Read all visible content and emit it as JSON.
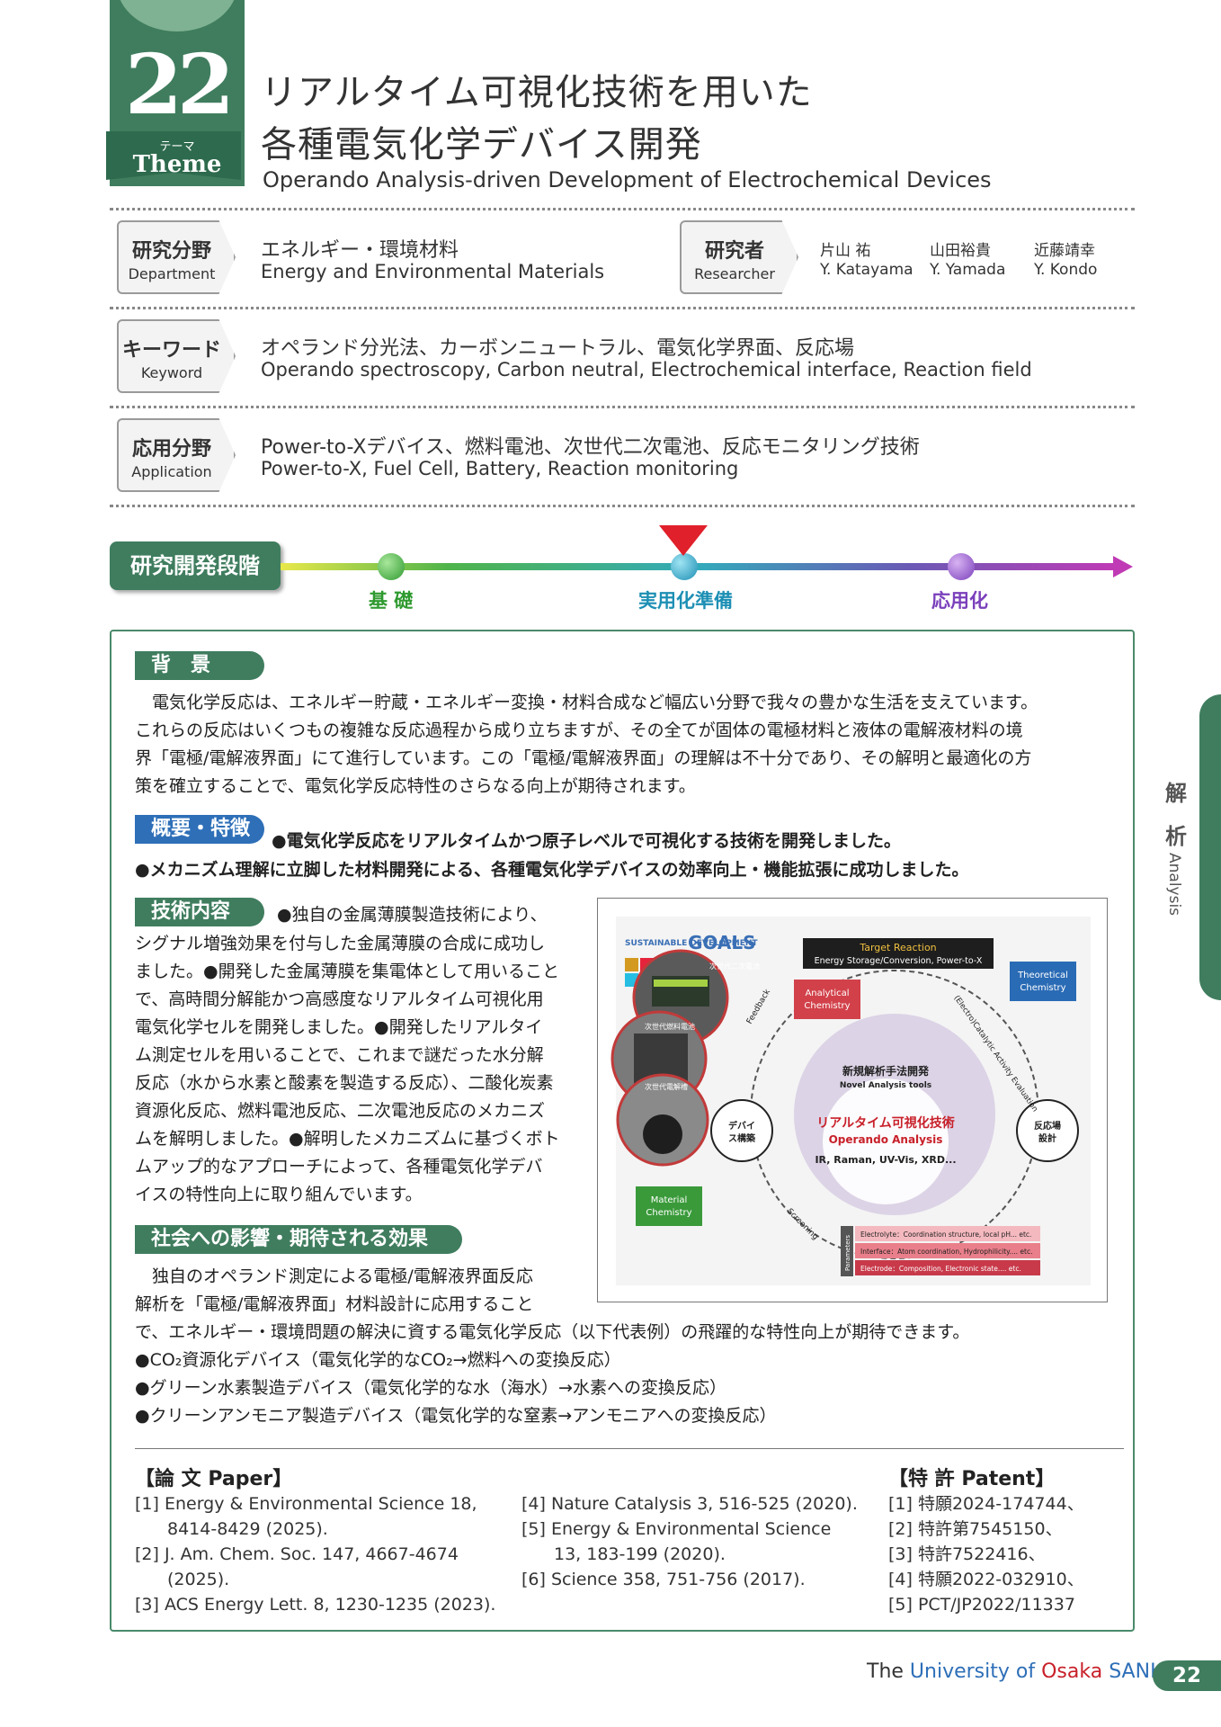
{
  "theme": {
    "number": "22",
    "label_ja": "テーマ",
    "label_en": "Theme"
  },
  "title": {
    "line1": "リアルタイム可視化技術を用いた",
    "line2": "各種電気化学デバイス開発",
    "en": "Operando Analysis-driven Development of Electrochemical Devices"
  },
  "department": {
    "tag_ja": "研究分野",
    "tag_en": "Department",
    "ja": "エネルギー・環境材料",
    "en": "Energy and Environmental Materials"
  },
  "researcher": {
    "tag_ja": "研究者",
    "tag_en": "Researcher",
    "people": [
      {
        "ja": "片山 祐",
        "en": "Y. Katayama"
      },
      {
        "ja": "山田裕貴",
        "en": "Y. Yamada"
      },
      {
        "ja": "近藤靖幸",
        "en": "Y. Kondo"
      }
    ]
  },
  "keyword": {
    "tag_ja": "キーワード",
    "tag_en": "Keyword",
    "ja": "オペランド分光法、カーボンニュートラル、電気化学界面、反応場",
    "en": "Operando spectroscopy, Carbon neutral, Electrochemical interface, Reaction field"
  },
  "application": {
    "tag_ja": "応用分野",
    "tag_en": "Application",
    "ja": "Power-to-Xデバイス、燃料電池、次世代二次電池、反応モニタリング技術",
    "en": "Power-to-X, Fuel Cell, Battery, Reaction monitoring"
  },
  "stage": {
    "tag": "研究開発段階",
    "labels": [
      "基 礎",
      "実用化準備",
      "応用化"
    ],
    "current": "実用化準備",
    "colors": {
      "basic": "#4fb44a",
      "prep": "#33aabb",
      "applied": "#8a5ac5",
      "marker": "#e0202a"
    }
  },
  "background": {
    "tag": "背　景",
    "lines": [
      "　電気化学反応は、エネルギー貯蔵・エネルギー変換・材料合成など幅広い分野で我々の豊かな生活を支えています。",
      "これらの反応はいくつもの複雑な反応過程から成り立ちますが、その全てが固体の電極材料と液体の電解液材料の境",
      "界「電極/電解液界面」にて進行しています。この「電極/電解液界面」の理解は不十分であり、その解明と最適化の方",
      "策を確立することで、電気化学反応特性のさらなる向上が期待されます。"
    ]
  },
  "overview": {
    "tag": "概要・特徴",
    "point1": "●電気化学反応をリアルタイムかつ原子レベルで可視化する技術を開発しました。",
    "point2": "●メカニズム理解に立脚した材料開発による、各種電気化学デバイスの効率向上・機能拡張に成功しました。"
  },
  "tech": {
    "tag": "技術内容",
    "first": "●独自の金属薄膜製造技術により、",
    "lines": [
      "シグナル増強効果を付与した金属薄膜の合成に成功し",
      "ました。●開発した金属薄膜を集電体として用いること",
      "で、高時間分解能かつ高感度なリアルタイム可視化用",
      "電気化学セルを開発しました。●開発したリアルタイ",
      "ム測定セルを用いることで、これまで謎だった水分解",
      "反応（水から水素と酸素を製造する反応）、二酸化炭素",
      "資源化反応、燃料電池反応、二次電池反応のメカニズ",
      "ムを解明しました。●解明したメカニズムに基づくボト",
      "ムアップ的なアプローチによって、各種電気化学デバ",
      "イスの特性向上に取り組んでいます。"
    ]
  },
  "impact": {
    "tag": "社会への影響・期待される効果",
    "lines": [
      "　独自のオペランド測定による電極/電解液界面反応",
      "解析を「電極/電解液界面」材料設計に応用すること",
      "で、エネルギー・環境問題の解決に資する電気化学反応（以下代表例）の飛躍的な特性向上が期待できます。"
    ],
    "bullets": [
      "●CO₂資源化デバイス（電気化学的なCO₂→燃料への変換反応）",
      "●グリーン水素製造デバイス（電気化学的な水（海水）→水素への変換反応）",
      "●クリーンアンモニア製造デバイス（電気化学的な窒素→アンモニアへの変換反応）"
    ]
  },
  "figure": {
    "sdgs": "SUSTAINABLE DEVELOPMENT",
    "goals": "GOALS",
    "target_title": "Target Reaction",
    "target_sub": "Energy Storage/Conversion, Power-to-X",
    "analytical": "Analytical Chemistry",
    "theoretical": "Theoretical Chemistry",
    "material": "Material Chemistry",
    "novel_ja": "新規解析手法開発",
    "novel_en": "Novel Analysis tools",
    "operando_ja": "リアルタイム可視化技術",
    "operando_en": "Operando Analysis",
    "methods": "IR, Raman, UV-Vis, XRD...",
    "device": "デバイス構築",
    "reaction_field": "反応場設計",
    "feedback": "Feedback",
    "screening": "Screening",
    "activity": "(Electro)Catalytic Activity Evaluation",
    "photo1": "次世代二次電池",
    "photo2": "次世代燃料電池",
    "photo3": "次世代電解槽",
    "params_label": "Parameters",
    "params": [
      "Electrolyte：Coordination structure, local pH... etc.",
      "Interface：Atom coordination, Hydrophilicity.... etc.",
      "Electrode：Composition, Electronic state.... etc."
    ]
  },
  "papers": {
    "head": "【論 文 Paper】",
    "items": [
      "[1] Energy & Environmental Science 18,",
      "8414-8429 (2025).",
      "[2] J. Am. Chem. Soc. 147, 4667-4674",
      "(2025).",
      "[3] ACS Energy Lett. 8, 1230-1235 (2023)."
    ],
    "items2": [
      "[4] Nature Catalysis 3, 516-525 (2020).",
      "[5] Energy & Environmental Science",
      "13, 183-199 (2020).",
      "[6] Science 358, 751-756 (2017)."
    ]
  },
  "patents": {
    "head": "【特 許 Patent】",
    "items": [
      "[1] 特願2024-174744、",
      "[2] 特許第7545150、",
      "[3] 特許7522416、",
      "[4] 特願2022-032910、",
      "[5] PCT/JP2022/11337"
    ]
  },
  "side": {
    "ja1": "解",
    "ja2": "析",
    "en": "Analysis"
  },
  "footer": {
    "the": "The ",
    "university": "University of ",
    "osaka": "Osaka ",
    "sanken": "SANKEN",
    "page": "22"
  }
}
